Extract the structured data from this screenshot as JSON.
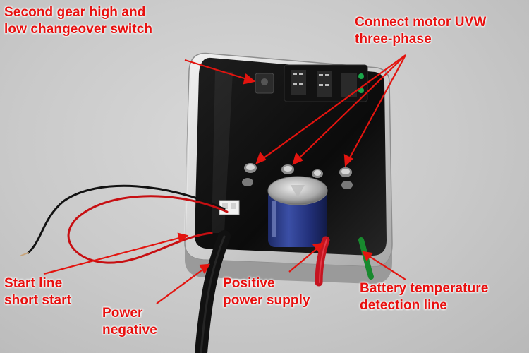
{
  "labels": {
    "gear_switch": {
      "line1": "Second gear high and",
      "line2": "low changeover switch"
    },
    "motor_uvw": {
      "line1": "Connect motor UVW",
      "line2": "three-phase"
    },
    "start_line": {
      "line1": "Start line",
      "line2": "short start"
    },
    "power_negative": {
      "line1": "Power",
      "line2": "negative"
    },
    "positive_supply": {
      "line1": "Positive",
      "line2": "power supply"
    },
    "battery_temp": {
      "line1": "Battery temperature",
      "line2": "detection line"
    }
  },
  "colors": {
    "label_text": "#e8100f",
    "arrow": "#e3140f",
    "background": "#c9c9c9"
  }
}
